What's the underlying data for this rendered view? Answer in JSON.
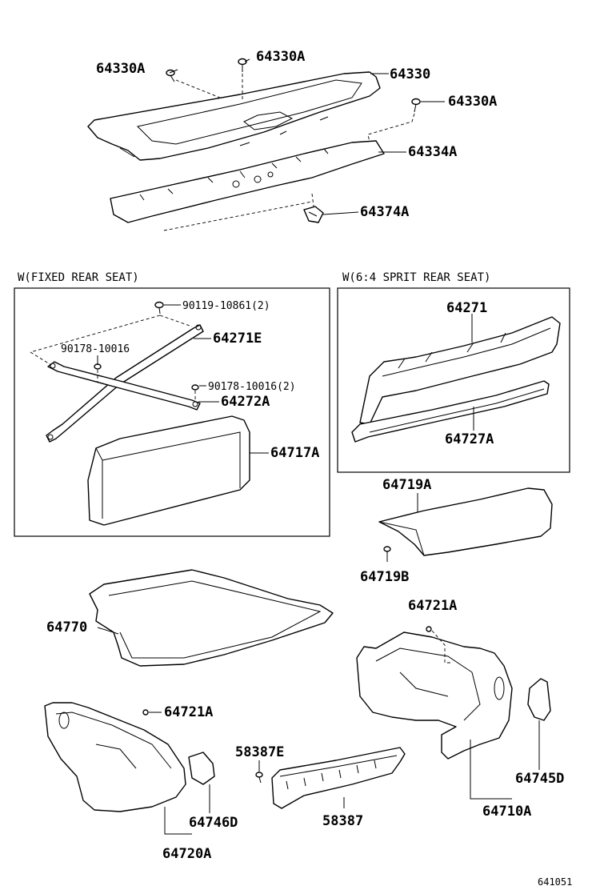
{
  "sections": {
    "fixed_rear_seat": "W(FIXED REAR SEAT)",
    "split_rear_seat": "W(6:4 SPRIT REAR SEAT)"
  },
  "labels": {
    "p64330A_left": "64330A",
    "p64330A_top": "64330A",
    "p64330": "64330",
    "p64330A_right": "64330A",
    "p64334A": "64334A",
    "p64374A": "64374A",
    "p90119": "90119-10861(2)",
    "p64271E": "64271E",
    "p90178_a": "90178-10016",
    "p90178_b": "90178-10016(2)",
    "p64272A": "64272A",
    "p64717A": "64717A",
    "p64271": "64271",
    "p64727A": "64727A",
    "p64719A": "64719A",
    "p64719B": "64719B",
    "p64770": "64770",
    "p64721A_right": "64721A",
    "p64721A_left": "64721A",
    "p58387E": "58387E",
    "p58387": "58387",
    "p64745D": "64745D",
    "p64746D": "64746D",
    "p64710A": "64710A",
    "p64720A": "64720A"
  },
  "figure_code": "641051"
}
